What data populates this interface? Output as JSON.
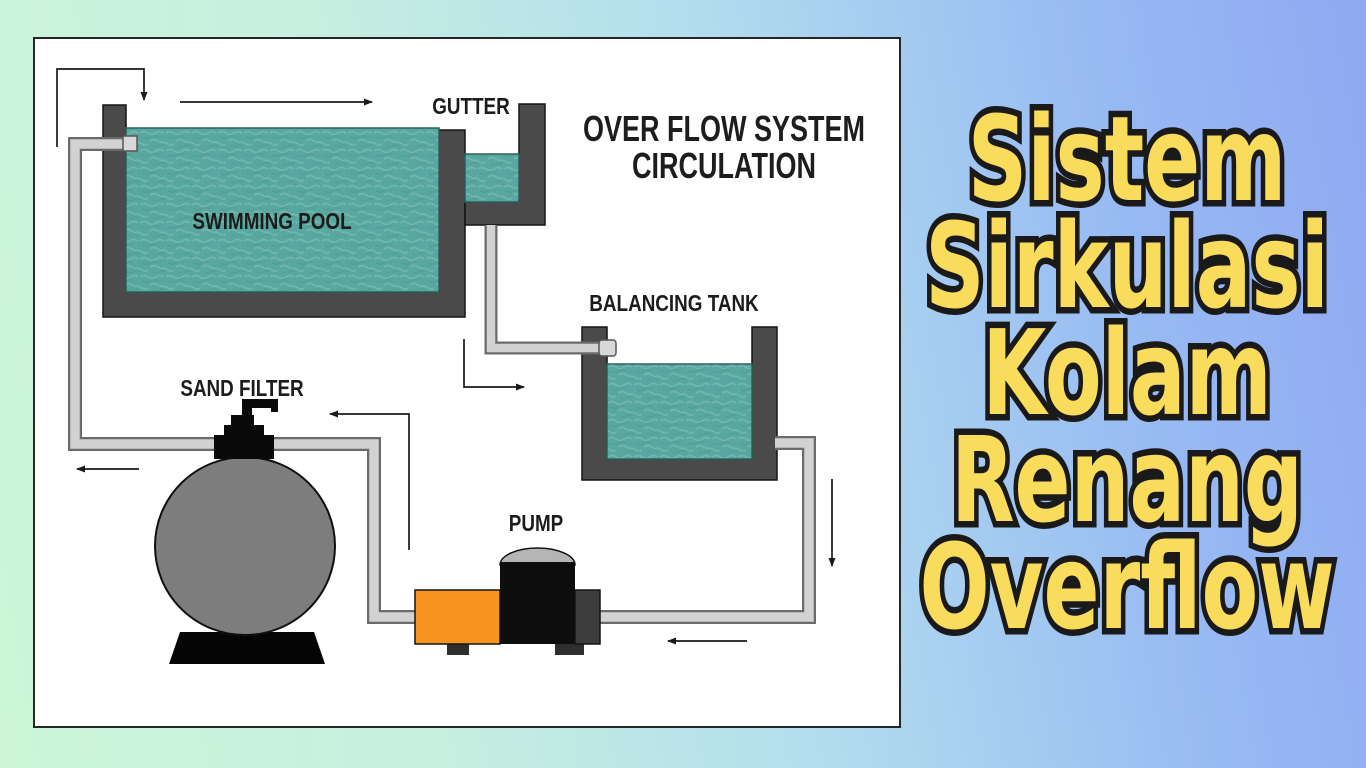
{
  "diagram": {
    "title_line1": "OVER FLOW SYSTEM",
    "title_line2": "CIRCULATION",
    "labels": {
      "swimming_pool": "SWIMMING POOL",
      "gutter": "GUTTER",
      "balancing_tank": "BALANCING TANK",
      "sand_filter": "SAND FILTER",
      "pump": "PUMP"
    },
    "components": [
      "swimming pool",
      "gutter",
      "balancing tank",
      "sand filter",
      "pump"
    ],
    "flow_direction": "pool -> gutter -> balancing tank -> pump -> sand filter -> pool"
  },
  "caption": {
    "lines": [
      "Sistem",
      "Sirkulasi",
      "Kolam",
      "Renang",
      "Overflow"
    ]
  },
  "colors": {
    "water": "#58a7a0",
    "water_ripple": "#8cc5bc",
    "wall": "#4a4a4a",
    "outline": "#141414",
    "pipe_fill": "#d2d2d2",
    "pipe_edge": "#6b6b6b",
    "pump_orange": "#f7941e",
    "pump_motor": "#0d0d0d",
    "pump_cap": "#b5b5b5",
    "filter_gray": "#7d7d7d",
    "panel_bg": "#ffffff",
    "caption_yellow": "#f9dc5c",
    "caption_outline": "#1a1a1a",
    "bg_left": "#ccf6d7",
    "bg_right": "#8fa9f2"
  }
}
